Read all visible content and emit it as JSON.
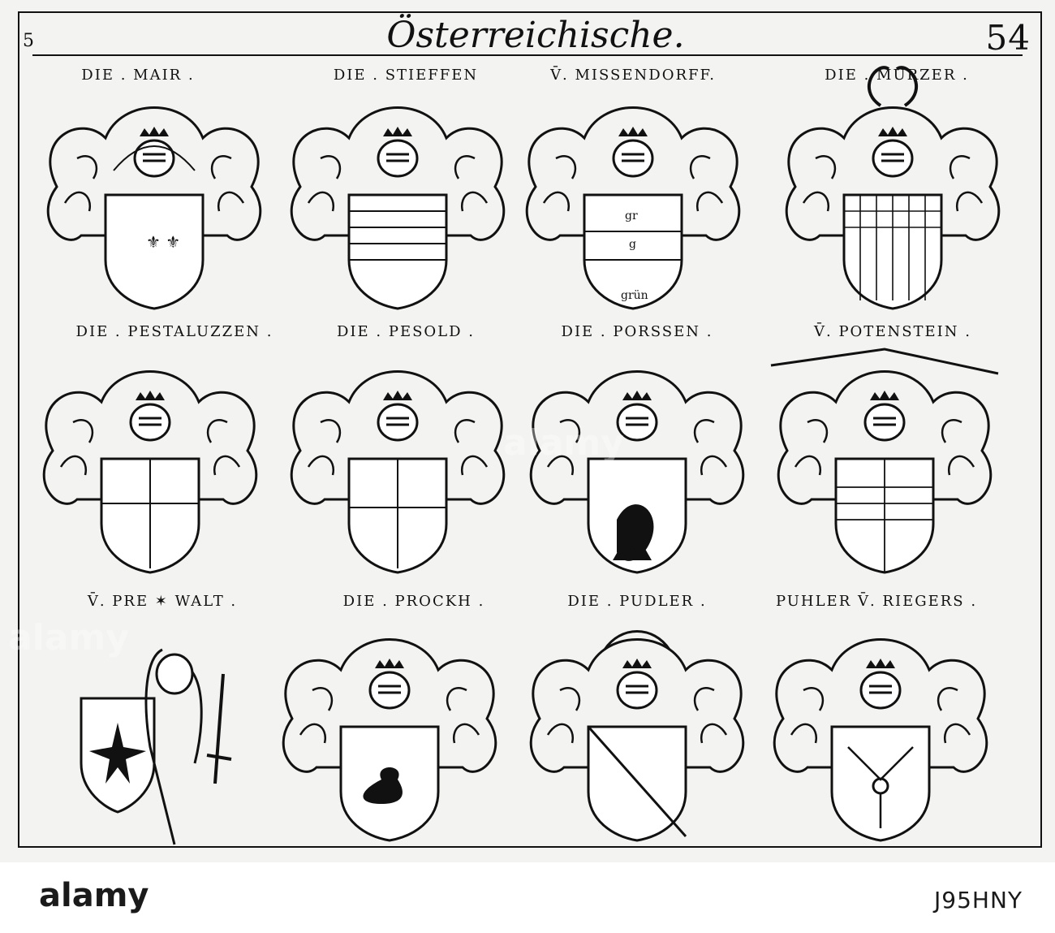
{
  "page": {
    "title": "Österreichische.",
    "page_left": "5",
    "page_right": "54"
  },
  "labels": {
    "r1": [
      "DIE . MAIR .",
      "DIE . STIEFFEN",
      "V̄. MISSENDORFF.",
      "DIE . MURZER ."
    ],
    "r2": [
      "DIE . PESTALUZZEN .",
      "DIE . PESOLD .",
      "DIE . PORSSEN .",
      "V̄. POTENSTEIN ."
    ],
    "r3": [
      "V̄. PRE ✶ WALT .",
      "DIE . PROCKH .",
      "DIE . PUDLER .",
      "PUHLER V̄. RIEGERS ."
    ]
  },
  "tinctures": {
    "missendorff": [
      "gr",
      "g",
      "grün"
    ]
  },
  "footer": {
    "brand": "alamy",
    "image_id": "J95HNY",
    "watermark": "alamy"
  },
  "colors": {
    "ink": "#111111",
    "paper": "#f3f3f1",
    "footer": "#ffffff"
  }
}
